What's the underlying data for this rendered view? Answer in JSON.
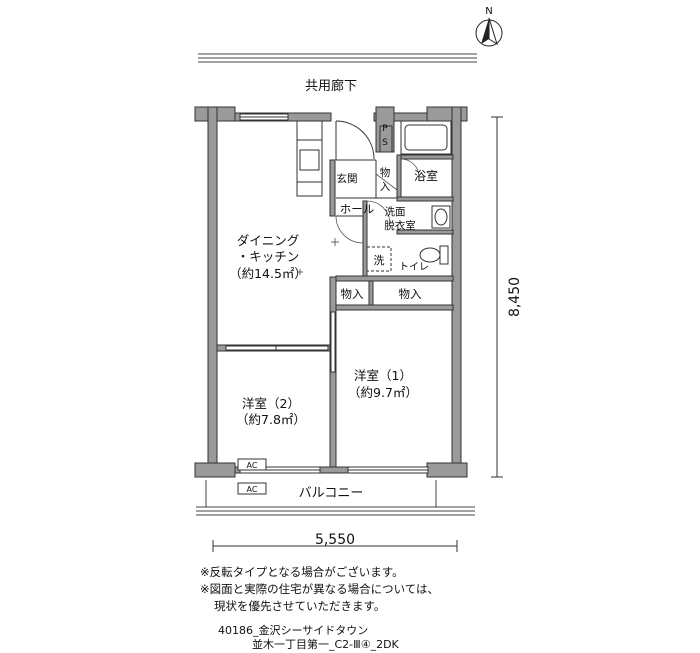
{
  "north_label": "N",
  "corridor_label": "共用廊下",
  "balcony_label": "バルコニー",
  "dimensions": {
    "width": "5,550",
    "height": "8,450"
  },
  "rooms": {
    "dining_kitchen": {
      "name1": "ダイニング",
      "name2": "・キッチン",
      "area": "（約14.5㎡）"
    },
    "western1": {
      "name": "洋室（1）",
      "area": "（約9.7㎡）"
    },
    "western2": {
      "name": "洋室（2）",
      "area": "（約7.8㎡）"
    },
    "entrance": "玄関",
    "storage_small_1": "物",
    "storage_small_2": "入",
    "bath": "浴室",
    "hall": "ホール",
    "washroom_1": "洗面",
    "washroom_2": "脱衣室",
    "washer": "洗",
    "toilet": "トイレ",
    "storage_a": "物入",
    "storage_b": "物入",
    "ps_1": "P",
    "ps_2": "S"
  },
  "ac_labels": [
    "AC",
    "AC"
  ],
  "notes": [
    "※反転タイプとなる場合がございます。",
    "※図面と実際の住宅が異なる場合については、",
    "現状を優先させていただきます。"
  ],
  "footer": {
    "line1": "40186_金沢シーサイドタウン",
    "line2": "並木一丁目第一_C2-Ⅲ④_2DK"
  }
}
